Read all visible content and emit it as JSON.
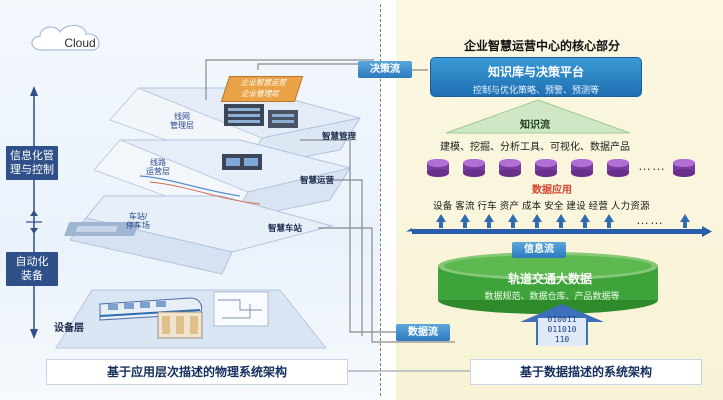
{
  "left_panel": {
    "cloud_label": "Cloud",
    "side_labels": {
      "info_management": "信息化管\n理与控制",
      "automation": "自动化\n装备"
    },
    "device_layer_label": "设备层",
    "orange_tag": "企业智慧运营\n企业管理层",
    "layers": [
      {
        "label": "线网\n管理层",
        "tag": "智慧管理"
      },
      {
        "label": "线路\n运营层",
        "tag": "智慧运营"
      },
      {
        "label": "车站/\n停车场",
        "tag": "智慧车站"
      }
    ],
    "caption": "基于应用层次描述的物理系统架构"
  },
  "flows": {
    "decision": "决策流",
    "knowledge": "知识流",
    "info": "信息流",
    "data": "数据流"
  },
  "right_panel": {
    "title": "企业智慧运营中心的核心部分",
    "knowledge_platform": {
      "title": "知识库与决策平台",
      "subtitle": "控制与优化策略、预警、预测等"
    },
    "tools": "建模、挖掘、分析工具、可视化、数据产品",
    "data_app_label": "数据应用",
    "categories": "设备 客流 行车 资产 成本 安全 建设 经营 人力资源",
    "big_data": {
      "title": "轨道交通大数据",
      "subtitle": "数据规范、数据仓库、产品数据等"
    },
    "binary": [
      "010011",
      "011010",
      "110"
    ],
    "ellipsis": "……",
    "caption": "基于数据描述的系统架构"
  },
  "colors": {
    "navy": "#2e4f88",
    "sky_blue": "#2f7ec2",
    "orange": "#e9a245",
    "green": "#3fa33c",
    "purple": "#7b3a9e",
    "pale_yellow": "#f8f3d6"
  }
}
